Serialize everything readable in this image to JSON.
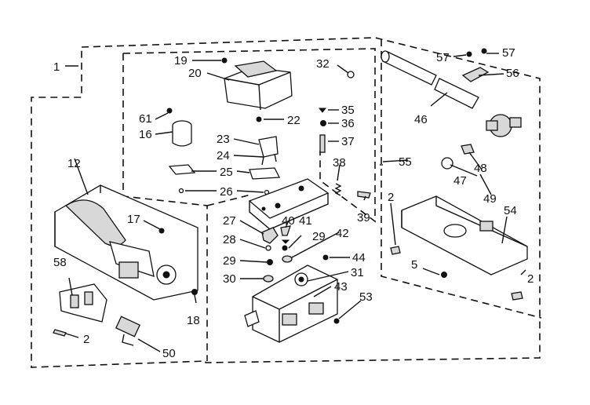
{
  "diagram": {
    "labels": [
      {
        "id": "1",
        "text": "1"
      },
      {
        "id": "2a",
        "text": "2"
      },
      {
        "id": "2b",
        "text": "2"
      },
      {
        "id": "2c",
        "text": "2"
      },
      {
        "id": "5",
        "text": "5"
      },
      {
        "id": "12",
        "text": "12"
      },
      {
        "id": "16",
        "text": "16"
      },
      {
        "id": "17",
        "text": "17"
      },
      {
        "id": "18",
        "text": "18"
      },
      {
        "id": "19",
        "text": "19"
      },
      {
        "id": "20",
        "text": "20"
      },
      {
        "id": "22",
        "text": "22"
      },
      {
        "id": "23",
        "text": "23"
      },
      {
        "id": "24",
        "text": "24"
      },
      {
        "id": "25",
        "text": "25"
      },
      {
        "id": "26",
        "text": "26"
      },
      {
        "id": "27",
        "text": "27"
      },
      {
        "id": "28",
        "text": "28"
      },
      {
        "id": "29a",
        "text": "29"
      },
      {
        "id": "29b",
        "text": "29"
      },
      {
        "id": "30",
        "text": "30"
      },
      {
        "id": "31",
        "text": "31"
      },
      {
        "id": "32",
        "text": "32"
      },
      {
        "id": "35",
        "text": "35"
      },
      {
        "id": "36",
        "text": "36"
      },
      {
        "id": "37",
        "text": "37"
      },
      {
        "id": "38",
        "text": "38"
      },
      {
        "id": "39",
        "text": "39"
      },
      {
        "id": "40",
        "text": "40"
      },
      {
        "id": "41",
        "text": "41"
      },
      {
        "id": "42",
        "text": "42"
      },
      {
        "id": "43",
        "text": "43"
      },
      {
        "id": "44",
        "text": "44"
      },
      {
        "id": "46",
        "text": "46"
      },
      {
        "id": "47",
        "text": "47"
      },
      {
        "id": "48",
        "text": "48"
      },
      {
        "id": "49",
        "text": "49"
      },
      {
        "id": "50",
        "text": "50"
      },
      {
        "id": "53",
        "text": "53"
      },
      {
        "id": "54",
        "text": "54"
      },
      {
        "id": "55",
        "text": "55"
      },
      {
        "id": "56",
        "text": "56"
      },
      {
        "id": "57a",
        "text": "57"
      },
      {
        "id": "57b",
        "text": "57"
      },
      {
        "id": "58",
        "text": "58"
      },
      {
        "id": "61",
        "text": "61"
      }
    ]
  }
}
